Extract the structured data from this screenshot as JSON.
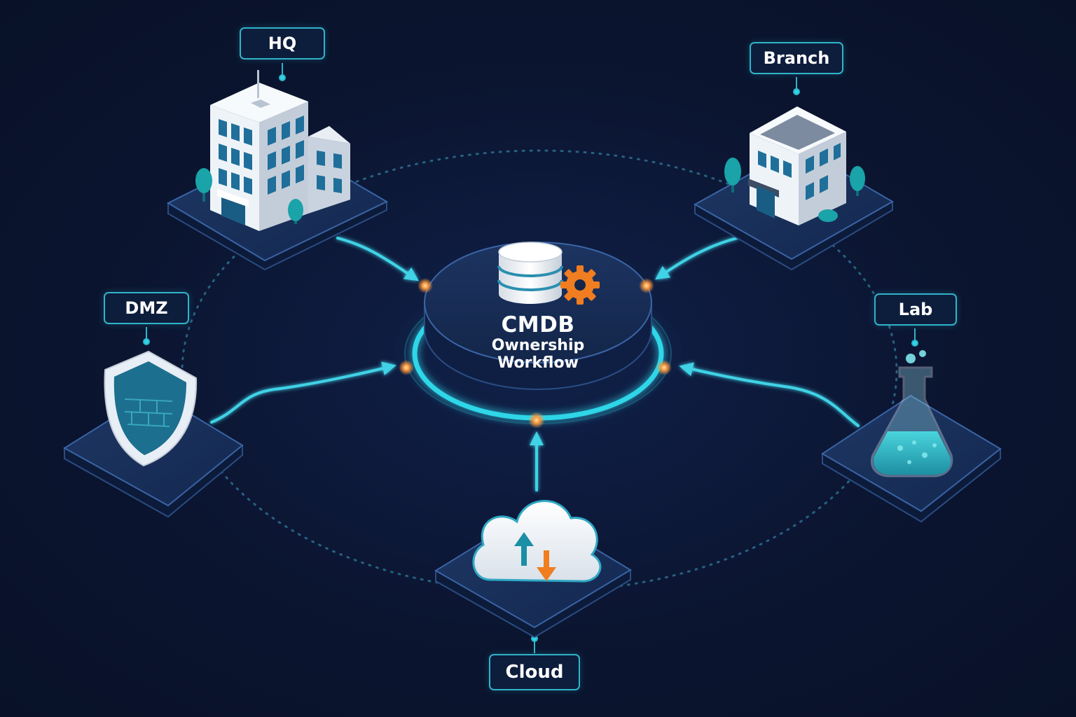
{
  "hub": {
    "title": "CMDB",
    "line1": "Ownership",
    "line2": "Workflow",
    "icons": [
      "database-icon",
      "gear-icon"
    ]
  },
  "sites": [
    {
      "id": "hq",
      "label": "HQ",
      "icon": "office-tower-icon"
    },
    {
      "id": "branch",
      "label": "Branch",
      "icon": "office-building-icon"
    },
    {
      "id": "dmz",
      "label": "DMZ",
      "icon": "shield-firewall-icon"
    },
    {
      "id": "lab",
      "label": "Lab",
      "icon": "flask-icon"
    },
    {
      "id": "cloud",
      "label": "Cloud",
      "icon": "cloud-sync-icon"
    }
  ],
  "colors": {
    "background": "#0b1530",
    "accent": "#2fd6e8",
    "connector": "#3fd2e6",
    "node_glow": "#ff9a3c",
    "label_border": "#2fb4c9",
    "gear": "#f07d20"
  }
}
